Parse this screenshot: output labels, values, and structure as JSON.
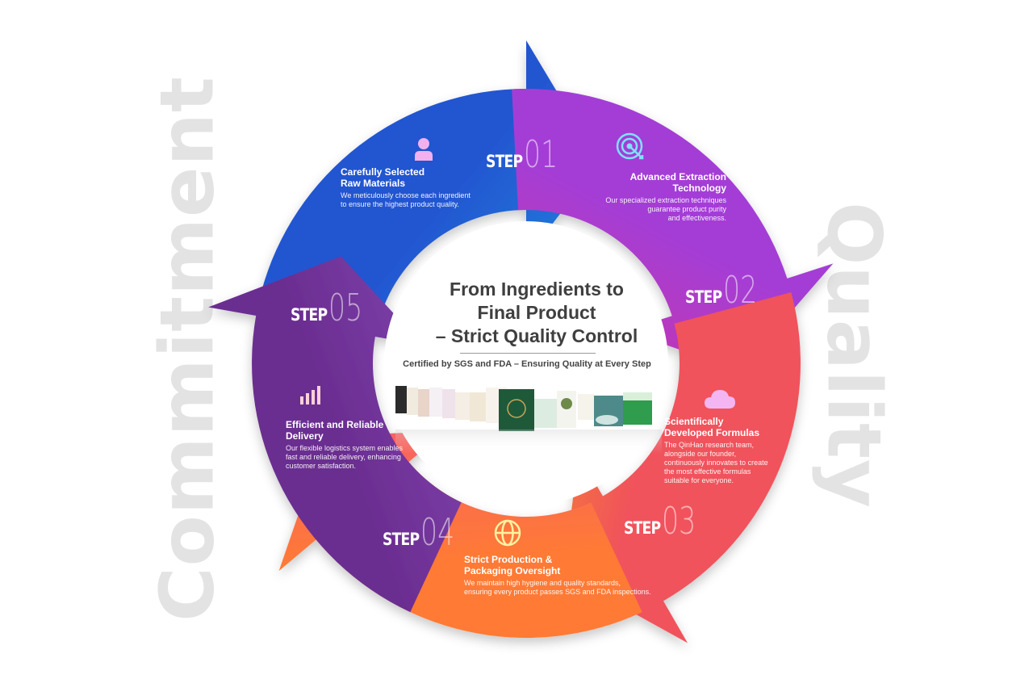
{
  "side_words": {
    "left": "Commitment",
    "right": "Quality"
  },
  "center": {
    "title_lines": [
      "From Ingredients to",
      "Final Product",
      "– Strict Quality Control"
    ],
    "subtitle": "Certified by SGS and FDA – Ensuring Quality at Every Step"
  },
  "steps": [
    {
      "word": "STEP",
      "number": "01",
      "title": [
        "Carefully Selected",
        "Raw Materials"
      ],
      "desc": [
        "We meticulously choose each ingredient",
        "to ensure the highest product quality."
      ],
      "icon": "user-icon",
      "colors": [
        "#6b2d90",
        "#9a63d8"
      ]
    },
    {
      "word": "STEP",
      "number": "02",
      "title": [
        "Advanced Extraction",
        "Technology"
      ],
      "desc": [
        "Our specialized extraction techniques",
        "guarantee product purity",
        "and effectiveness."
      ],
      "icon": "target-icon",
      "colors": [
        "#2255d0",
        "#19b4ee"
      ]
    },
    {
      "word": "STEP",
      "number": "03",
      "title": [
        "Scientifically",
        "Developed Formulas"
      ],
      "desc": [
        "The QinHao research team,",
        "alongside our founder,",
        "continuously innovates to create",
        " the most effective formulas",
        "suitable for everyone."
      ],
      "icon": "cloud-icon",
      "colors": [
        "#a43ed6",
        "#ec2a7d"
      ]
    },
    {
      "word": "STEP",
      "number": "04",
      "title": [
        "Strict Production &",
        "Packaging Oversight"
      ],
      "desc": [
        "We maintain high hygiene and quality standards,",
        "ensuring every product passes SGS and FDA inspections."
      ],
      "icon": "globe-icon",
      "colors": [
        "#f0525c",
        "#ffc200"
      ]
    },
    {
      "word": "STEP",
      "number": "05",
      "title": [
        "Efficient and Reliable",
        "Delivery"
      ],
      "desc": [
        "Our flexible logistics system enables",
        "fast and reliable delivery, enhancing",
        "customer satisfaction."
      ],
      "icon": "bar-chart-icon",
      "colors": [
        "#ff7a35",
        "#e6339a"
      ]
    }
  ],
  "colors": {
    "side_text": "#e3e3e3",
    "center_title": "#3f3f3f",
    "center_subtitle": "#444444"
  }
}
